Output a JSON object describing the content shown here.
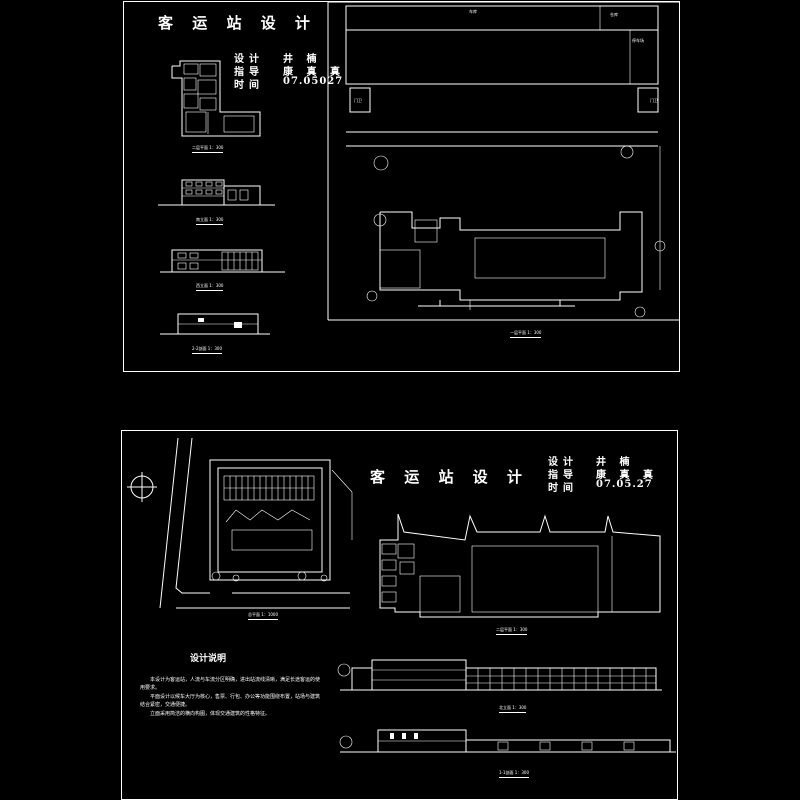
{
  "sheet1": {
    "title": "客 运 站 设 计",
    "credits": {
      "design_label": "设计",
      "design_value": "井 楠",
      "advisor_label": "指导",
      "advisor_value": "康 真 真",
      "date_label": "时间",
      "date_value": "07.05027"
    },
    "captions": {
      "second_floor_plan": "二层平面 1：300",
      "south_elevation": "南立面 1：300",
      "west_elevation": "西立面 1：300",
      "section_2_2": "2-2剖面 1：300",
      "first_floor_plan": "一层平面 1：300"
    },
    "labels": {
      "top_left": "车库",
      "top_right": "仓库",
      "side": "停车场",
      "gate_left": "门卫",
      "gate_right": "门卫"
    }
  },
  "sheet2": {
    "title": "客 运 站 设 计",
    "credits": {
      "design_label": "设计",
      "design_value": "井 楠",
      "advisor_label": "指导",
      "advisor_value": "康 真 真",
      "date_label": "时间",
      "date_value": "07.05.27"
    },
    "captions": {
      "site_plan": "总平面 1：1000",
      "second_floor_plan": "二层平面 1：300",
      "north_elevation": "北立面 1：300",
      "section_1_1": "1-1剖面 1：300"
    },
    "notes": {
      "heading": "设计说明",
      "paragraphs": [
        "本设计为客运站，人流与车流分区明确，进出站流线清晰，满足长途客运的使用要求。",
        "平面设计以候车大厅为核心，售票、行包、办公等功能围绕布置，站场与建筑结合紧密，交通便捷。",
        "立面采用简洁的横向构图，体现交通建筑的性格特征。"
      ]
    }
  }
}
